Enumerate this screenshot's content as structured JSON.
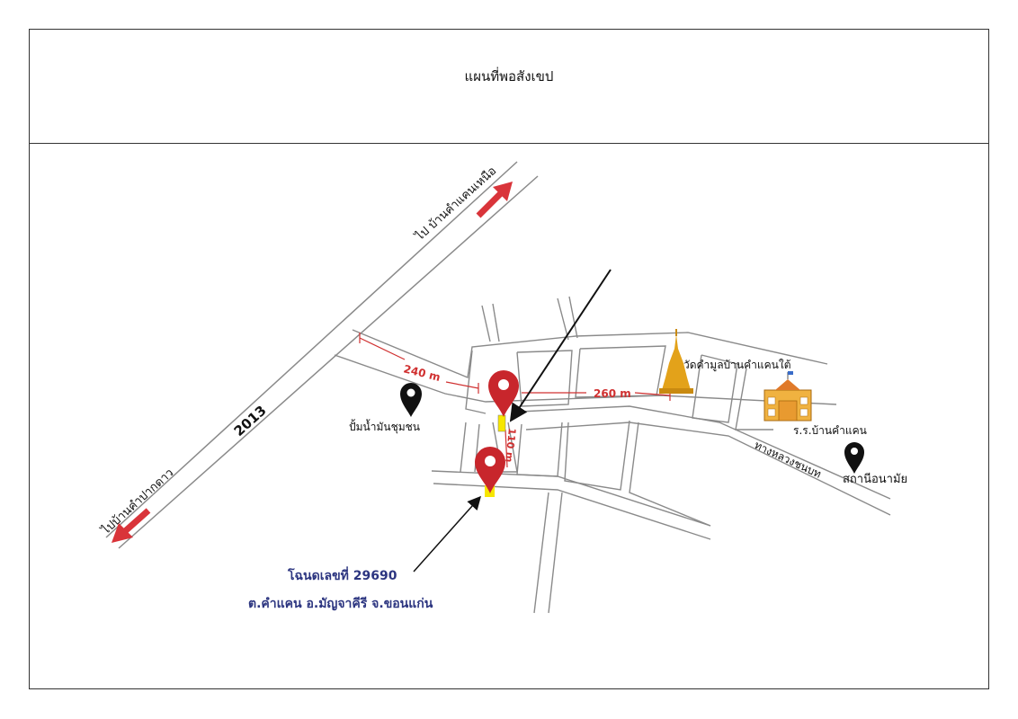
{
  "page": {
    "title": "แผนที่พอสังเขป"
  },
  "map": {
    "road_number": "2013",
    "direction_ne": "ไป บ้านคำแคนเหนือ",
    "direction_sw": "ไปบ้านคำปากดาว",
    "distances": {
      "d1": "240 m",
      "d2": "260 m",
      "d3": "110 m"
    },
    "landmarks": {
      "gas_station": "ปั้มน้ำมันชุมชน",
      "temple": "วัดคำมูลบ้านคำแคนใต้",
      "school": "ร.ร.บ้านคำแคน",
      "health_center": "สถานีอนามัย",
      "highway": "ทางหลวงชนบท"
    },
    "property": {
      "line1": "โฉนดเลขที่ 29690",
      "line2": "ต.คำแคน อ.มัญจาคีรี จ.ขอนแก่น"
    },
    "colors": {
      "road_line": "#8a8a8a",
      "arrow_red": "#d9343a",
      "pin_red": "#c8262c",
      "measure_red": "#d03030",
      "label_blue": "#2c3580",
      "plot_yellow": "#f7e600",
      "temple_gold": "#e3a21a"
    }
  }
}
